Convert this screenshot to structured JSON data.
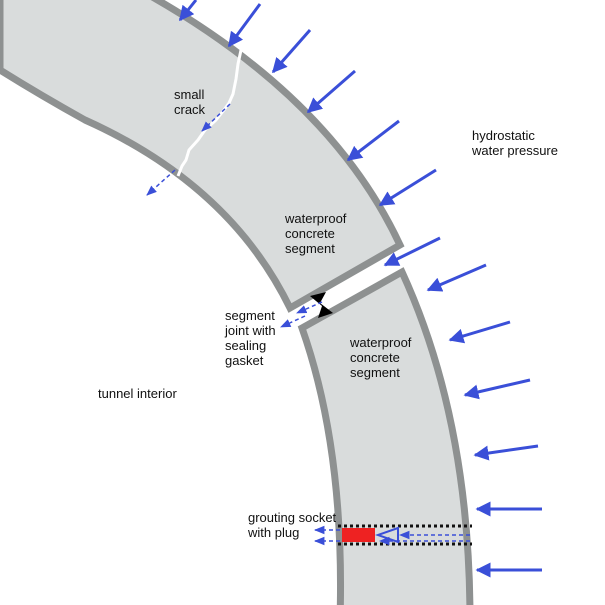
{
  "labels": {
    "small_crack": [
      "small",
      "crack"
    ],
    "hydrostatic": [
      "hydrostatic",
      "water pressure"
    ],
    "segment_upper": [
      "waterproof",
      "concrete",
      "segment"
    ],
    "segment_lower": [
      "waterproof",
      "concrete",
      "segment"
    ],
    "joint": [
      "segment",
      "joint with",
      "sealing",
      "gasket"
    ],
    "tunnel_interior": "tunnel interior",
    "grouting": [
      "grouting socket",
      "with plug"
    ]
  },
  "colors": {
    "segment_fill": "#d9dcdc",
    "segment_edge": "#8e9191",
    "arrow": "#3a4fd8",
    "plug": "#ee2222",
    "gasket": "#000000",
    "crack": "#ffffff"
  },
  "icons": {
    "pressure_arrow": "arrow-inward-icon",
    "leak_arrow": "dashed-leak-arrow-icon",
    "gasket": "sealing-gasket-icon",
    "plug": "grout-plug-icon"
  }
}
